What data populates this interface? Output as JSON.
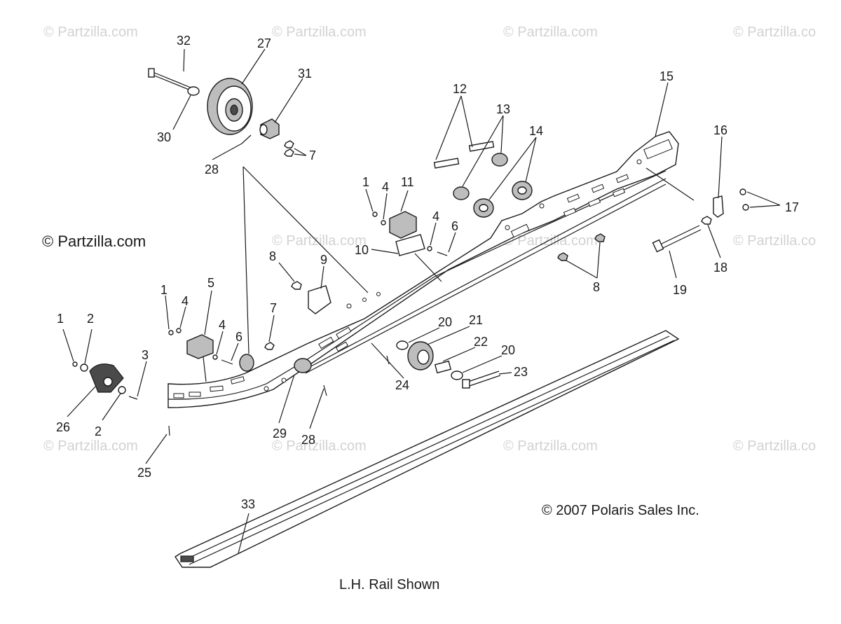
{
  "watermarks": {
    "primary": "© Partzilla.com",
    "tile": "© Partzilla.com",
    "tile_right": "© Partzilla.co"
  },
  "copyright": "© 2007 Polaris Sales Inc.",
  "caption": "L.H. Rail Shown",
  "callouts": {
    "c32": "32",
    "c27": "27",
    "c31": "31",
    "c30": "30",
    "c28a": "28",
    "c7a": "7",
    "c12": "12",
    "c13": "13",
    "c14": "14",
    "c15": "15",
    "c16": "16",
    "c17": "17",
    "c1a": "1",
    "c4a": "4",
    "c11": "11",
    "c4b": "4",
    "c6a": "6",
    "c10": "10",
    "c8a": "8",
    "c9": "9",
    "c18": "18",
    "c19": "19",
    "c8b": "8",
    "c1b": "1",
    "c4c": "4",
    "c5": "5",
    "c7b": "7",
    "c4d": "4",
    "c6b": "6",
    "c20a": "20",
    "c21": "21",
    "c22": "22",
    "c20b": "20",
    "c23": "23",
    "c24": "24",
    "c1c": "1",
    "c2a": "2",
    "c3": "3",
    "c26": "26",
    "c2b": "2",
    "c25": "25",
    "c29": "29",
    "c28b": "28",
    "c33": "33"
  },
  "colors": {
    "ink": "#1a1a1a",
    "watermark": "#d2d2d2",
    "shade": "#bdbdbd"
  }
}
